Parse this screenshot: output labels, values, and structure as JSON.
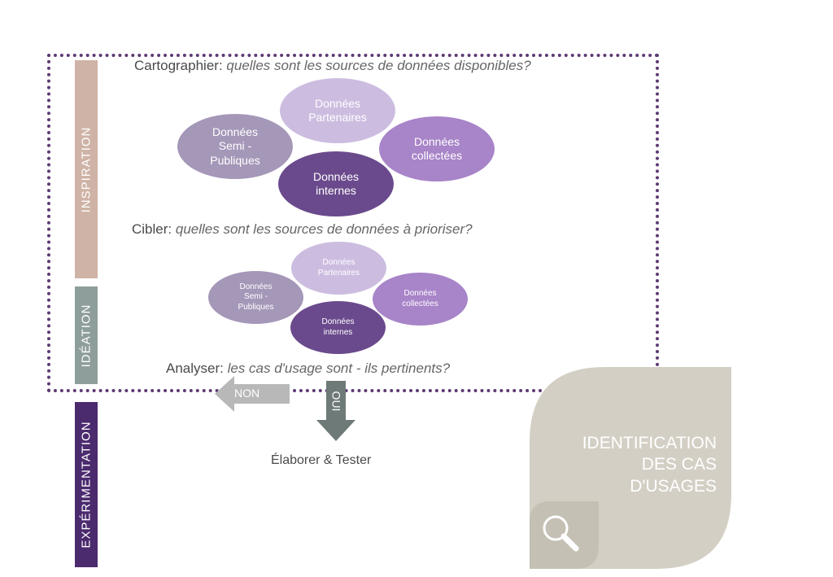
{
  "phases": {
    "inspiration": "INSPIRATION",
    "ideation": "IDÉATION",
    "experimentation": "EXPÉRIMENTATION"
  },
  "sections": {
    "cartographier": {
      "label": "Cartographier",
      "question": "quelles sont les sources de données disponibles?"
    },
    "cibler": {
      "label": "Cibler",
      "question": "quelles sont les sources de données à prioriser?"
    },
    "analyser": {
      "label": "Analyser",
      "question": "les cas d'usage sont - ils pertinents?"
    }
  },
  "ellipses": {
    "partenaires": "Données\nPartenaires",
    "semi_publiques": "Données\nSemi -\nPubliques",
    "collectees": "Données\ncollectées",
    "internes": "Données\ninternes"
  },
  "decision": {
    "non": "NON",
    "oui": "OUI"
  },
  "result": "Élaborer & Tester",
  "badge": {
    "title": "IDENTIFICATION\nDES CAS\nD'USAGES",
    "icon": "magnifier-icon"
  },
  "colors": {
    "frame": "#5e3a73",
    "inspiration": "#cfb3a6",
    "ideation": "#8e9e9b",
    "experimentation": "#4b2a6e",
    "ellipse_light": "#ccbde0",
    "ellipse_mid": "#a597b8",
    "ellipse_bright": "#a884c8",
    "ellipse_dark": "#6a4a8c",
    "arrow_non": "#b8b8b8",
    "arrow_oui": "#6e7a78",
    "badge": "#d3cfc4"
  }
}
